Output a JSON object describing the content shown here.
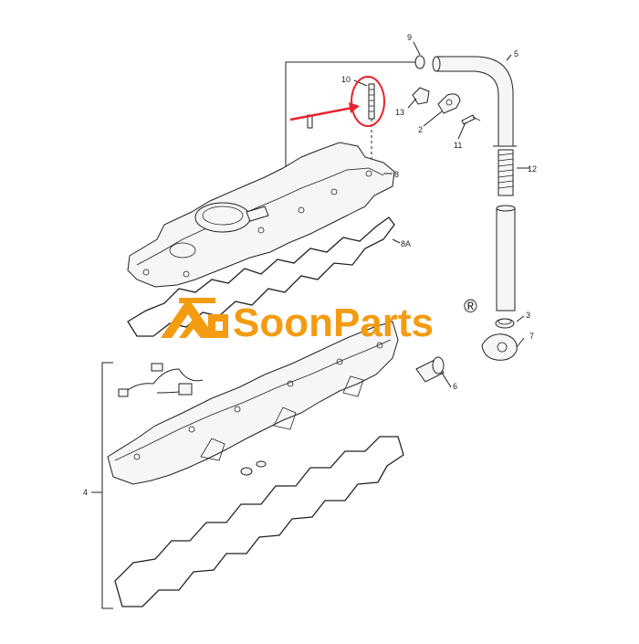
{
  "diagram": {
    "callouts": {
      "c9": "9",
      "c5": "5",
      "c10": "10",
      "c13": "13",
      "c2": "2",
      "c11": "11",
      "c8": "8",
      "c12": "12",
      "c8a": "8A",
      "c3": "3",
      "c7": "7",
      "c6": "6",
      "c4": "4"
    },
    "highlight_color": "#e8232a",
    "line_color": "#222222"
  },
  "watermark": {
    "brand": "SoonParts",
    "registered": "®",
    "color": "#f39c12"
  }
}
